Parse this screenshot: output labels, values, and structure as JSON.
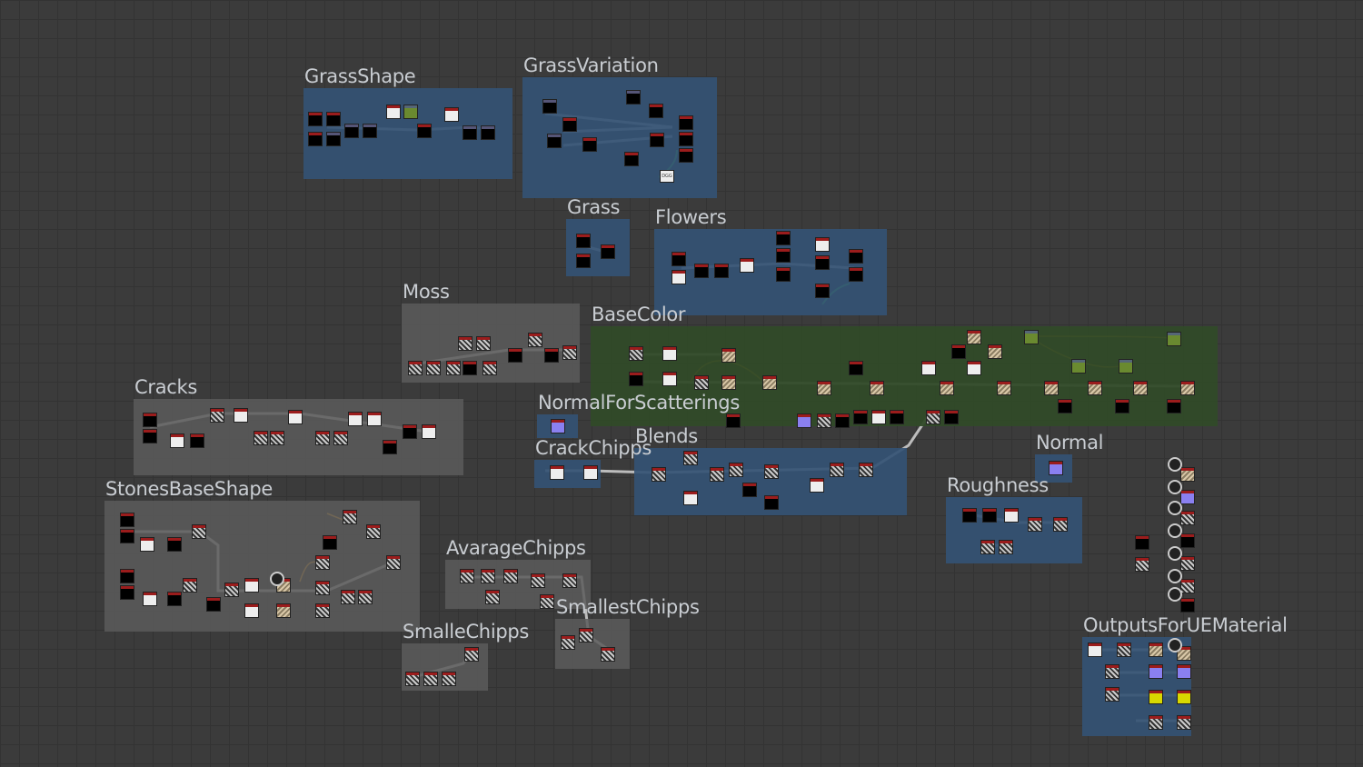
{
  "frames": {
    "grass_shape": "GrassShape",
    "grass_variation": "GrassVariation",
    "grass": "Grass",
    "flowers": "Flowers",
    "moss": "Moss",
    "base_color": "BaseColor",
    "cracks": "Cracks",
    "normal_for_scatterings": "NormalForScatterings",
    "crack_chipps": "CrackChipps",
    "blends": "Blends",
    "normal": "Normal",
    "roughness": "Roughness",
    "stones_base_shape": "StonesBaseShape",
    "avarage_chipps": "AvarageChipps",
    "smallest_chipps": "SmallestChipps",
    "smalle_chipps": "SmalleChipps",
    "outputs_for_ue_material": "OutputsForUEMaterial"
  },
  "colors": {
    "frame_blue": "#34527a",
    "frame_gray": "#5c5c5c",
    "frame_green": "#304a28",
    "wire": "#bcbcbc",
    "wire_orange": "#e8a030",
    "wire_green": "#40d040"
  },
  "node_labels": {
    "dgg": "DGG"
  }
}
